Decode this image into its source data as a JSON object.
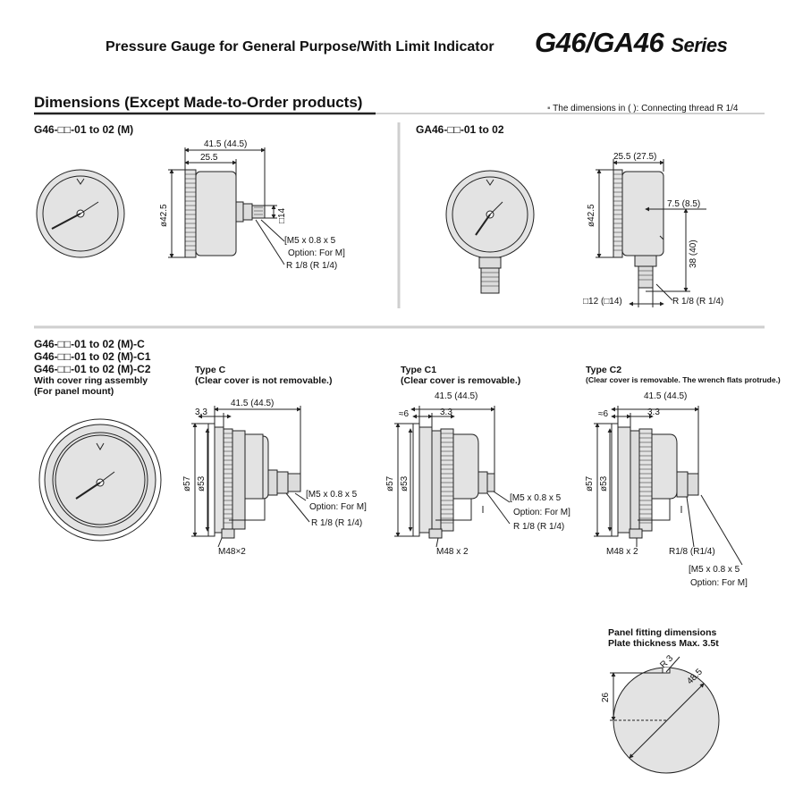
{
  "header": {
    "subtitle": "Pressure Gauge for General Purpose/With Limit Indicator",
    "title": "G46/GA46",
    "series": "Series"
  },
  "section": {
    "title": "Dimensions (Except Made-to-Order products)",
    "note": "The dimensions in (   ): Connecting thread R 1/4"
  },
  "panel_a": {
    "label": "G46-□□-01 to 02 (M)",
    "dims": {
      "total_length": "41.5 (44.5)",
      "body_length": "25.5",
      "diameter": "ø42.5",
      "flats": "□14",
      "port": "[M5 x 0.8 x 5",
      "option": "Option: For M]",
      "thread": "R 1/8 (R 1/4)"
    }
  },
  "panel_b": {
    "label": "GA46-□□-01 to 02",
    "dims": {
      "body_length": "25.5 (27.5)",
      "diameter": "ø42.5",
      "offset": "7.5 (8.5)",
      "height": "38 (40)",
      "flats": "□12 (□14)",
      "thread": "R 1/8 (R 1/4)"
    }
  },
  "panel_c": {
    "labels": [
      "G46-□□-01 to 02 (M)-C",
      "G46-□□-01 to 02 (M)-C1",
      "G46-□□-01 to 02 (M)-C2",
      "With cover ring assembly",
      "(For panel mount)"
    ],
    "type_c": {
      "title": "Type C",
      "desc": "(Clear cover is not removable.)",
      "total": "41.5 (44.5)",
      "front": "3.3",
      "d1": "ø57",
      "d2": "ø53",
      "port": "[M5 x 0.8 x 5",
      "option": "Option: For M]",
      "thread": "R 1/8 (R 1/4)",
      "nut": "M48×2"
    },
    "type_c1": {
      "title": "Type C1",
      "desc": "(Clear cover is removable.)",
      "total": "41.5 (44.5)",
      "gap": "≈6",
      "front": "3.3",
      "d1": "ø57",
      "d2": "ø53",
      "port": "[M5 x 0.8 x 5",
      "option": "Option: For M]",
      "thread": "R 1/8 (R 1/4)",
      "nut": "M48 x 2"
    },
    "type_c2": {
      "title": "Type C2",
      "desc": "(Clear cover is removable. The wrench flats protrude.)",
      "total": "41.5 (44.5)",
      "gap": "≈6",
      "front": "3.3",
      "d1": "ø57",
      "d2": "ø53",
      "nut": "M48 x 2",
      "thread": "R1/8 (R1/4)",
      "port": "[M5 x 0.8 x 5",
      "option": "Option: For M]"
    }
  },
  "panel_fit": {
    "title": "Panel fitting dimensions",
    "subtitle": "Plate thickness Max. 3.5t",
    "radius": "R 3",
    "diameter": "48.5",
    "height": "26"
  },
  "colors": {
    "face": "#e3e3e3",
    "body": "#dcdcdc",
    "line": "#222222",
    "rule": "#cfcfcf"
  }
}
